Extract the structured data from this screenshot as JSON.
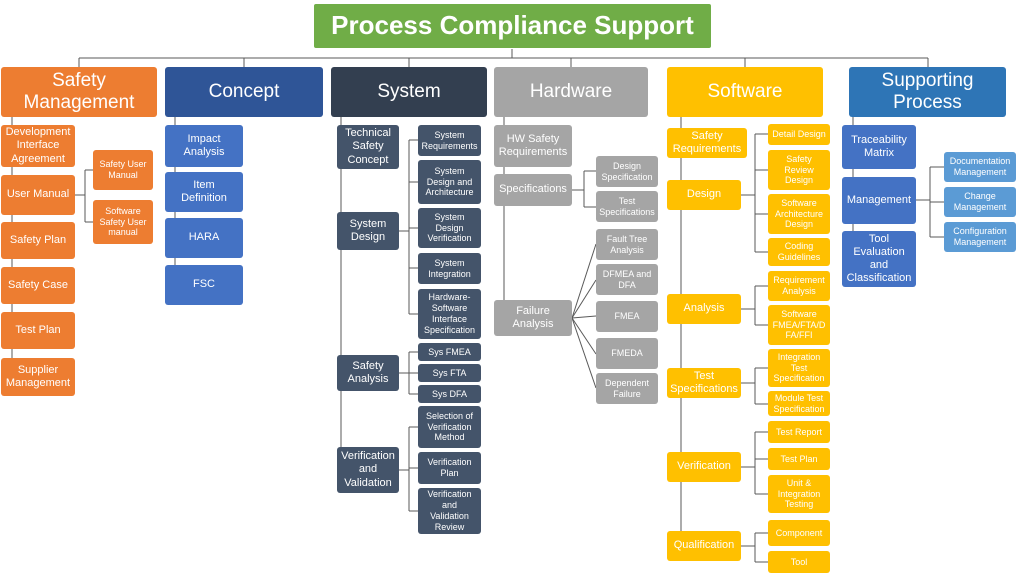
{
  "title": "Process Compliance Support",
  "columns": {
    "safety": {
      "header": "Safety\nManagement",
      "items": [
        "Development\nInterface\nAgreement",
        "User Manual",
        "Safety Plan",
        "Safety Case",
        "Test Plan",
        "Supplier\nManagement"
      ],
      "sub": [
        "Safety  User\nManual",
        "Software\nSafety User\nmanual"
      ]
    },
    "concept": {
      "header": "Concept",
      "items": [
        "Impact\nAnalysis",
        "Item\nDefinition",
        "HARA",
        "FSC"
      ]
    },
    "system": {
      "header": "System",
      "items": [
        "Technical\nSafety\nConcept",
        "System\nDesign",
        "Safety\nAnalysis",
        "Verification\nand\nValidation"
      ],
      "sub": [
        "System\nRequirements",
        "System\nDesign and\nArchitecture",
        "System\nDesign\nVerification",
        "System\nIntegration",
        "Hardware-\nSoftware\nInterface\nSpecification",
        "Sys FMEA",
        "Sys FTA",
        "Sys DFA",
        "Selection of\nVerification\nMethod",
        "Verification\nPlan",
        "Verification\nand\nValidation\nReview"
      ]
    },
    "hardware": {
      "header": "Hardware",
      "items": [
        "HW Safety\nRequirements",
        "Specifications",
        "Failure\nAnalysis"
      ],
      "sub": [
        "Design\nSpecification",
        "Test\nSpecifications",
        "Fault Tree\nAnalysis",
        "DFMEA and\nDFA",
        "FMEA",
        "FMEDA",
        "Dependent\nFailure"
      ]
    },
    "software": {
      "header": "Software",
      "items": [
        "Safety\nRequirements",
        "Design",
        "Analysis",
        "Test\nSpecifications",
        "Verification",
        "Qualification"
      ],
      "sub": [
        "Detail Design",
        "Safety\nReview\nDesign",
        "Software\nArchitecture\nDesign",
        "Coding\nGuidelines",
        "Requirement\nAnalysis",
        "Software\nFMEA/FTA/D\nFA/FFI",
        "Integration\nTest\nSpecification",
        "Module Test\nSpecification",
        "Test Report",
        "Test Plan",
        "Unit &\nIntegration\nTesting",
        "Component",
        "Tool"
      ]
    },
    "support": {
      "header": "Supporting\nProcess",
      "items": [
        "Traceability\nMatrix",
        "Management",
        "Tool\nEvaluation\nand\nClassification"
      ],
      "sub": [
        "Documentation\nManagement",
        "Change\nManagement",
        "Configuration\nManagement"
      ]
    }
  },
  "colors": {
    "title": "#70ad47",
    "safety": "#ed7d31",
    "concept": "#4472c4",
    "system": "#44546a",
    "hardware": "#a5a5a5",
    "software": "#ffc000",
    "support": "#2e75b6",
    "connector": "#595959"
  }
}
